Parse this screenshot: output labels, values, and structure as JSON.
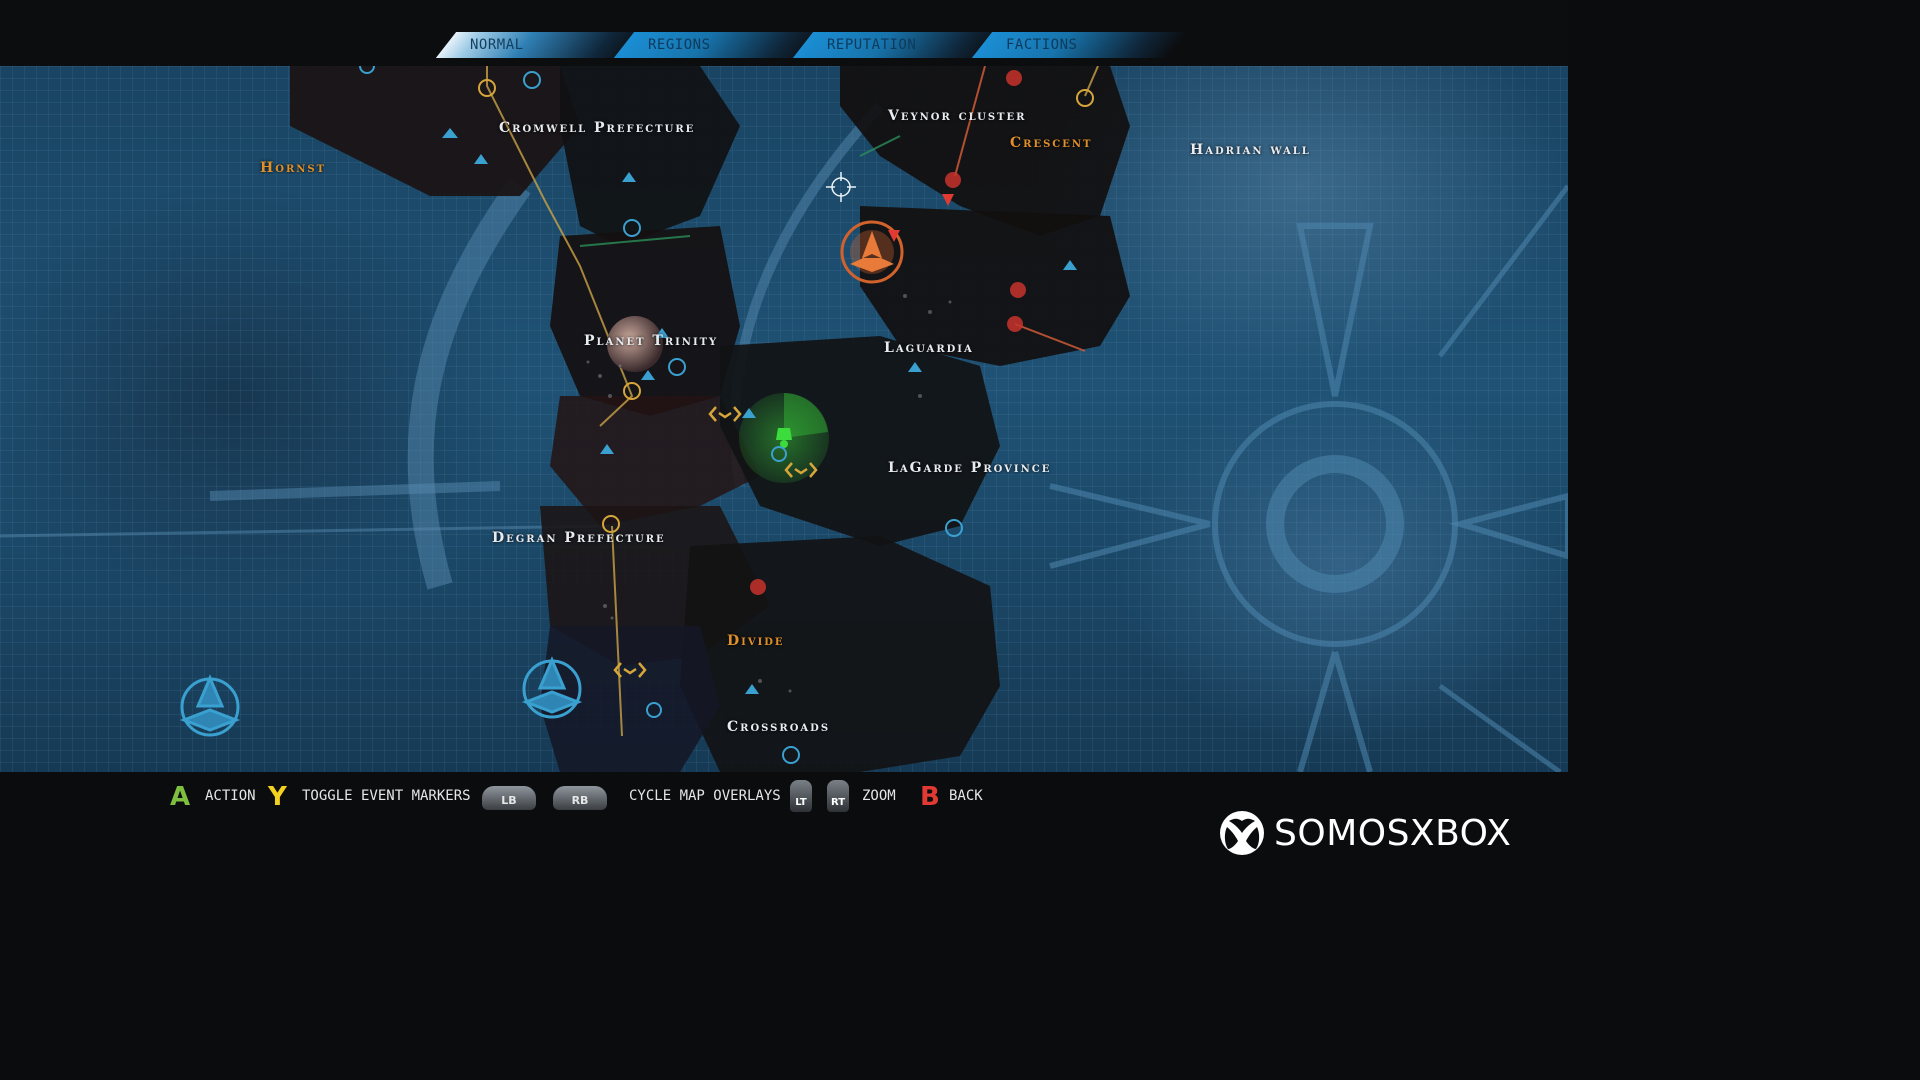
{
  "tabs": [
    {
      "label": "NORMAL",
      "active": true
    },
    {
      "label": "REGIONS",
      "active": false
    },
    {
      "label": "REPUTATION",
      "active": false
    },
    {
      "label": "FACTIONS",
      "active": false
    }
  ],
  "map": {
    "regions": {
      "cromwell": "Cromwell Prefecture",
      "veynor": "Veynor cluster",
      "crescent": "Crescent",
      "hadrian": "Hadrian wall",
      "hornst": "Hornst",
      "trinity": "Planet Trinity",
      "laguardia": "Laguardia",
      "lagarde": "LaGarde Province",
      "degran": "Degran Prefecture",
      "divide": "Divide",
      "crossroads": "Crossroads"
    }
  },
  "controls": {
    "a": {
      "glyph": "A",
      "label": "ACTION",
      "color": "#7fbf3f"
    },
    "y": {
      "glyph": "Y",
      "label": "TOGGLE EVENT MARKERS",
      "color": "#f2d21e"
    },
    "lb": "LB",
    "rb": "RB",
    "cycle": "CYCLE MAP OVERLAYS",
    "lt": "LT",
    "rt": "RT",
    "zoom": "ZOOM",
    "b": {
      "glyph": "B",
      "label": "BACK",
      "color": "#e03a32"
    }
  },
  "watermark": {
    "text": "SOMOSXBOX"
  },
  "colors": {
    "accent": "#1b8ed4",
    "orange_label": "#e0902a",
    "hostile": "#e03a32",
    "friendly": "#3aa0d0",
    "player": "#3ddc3d"
  }
}
